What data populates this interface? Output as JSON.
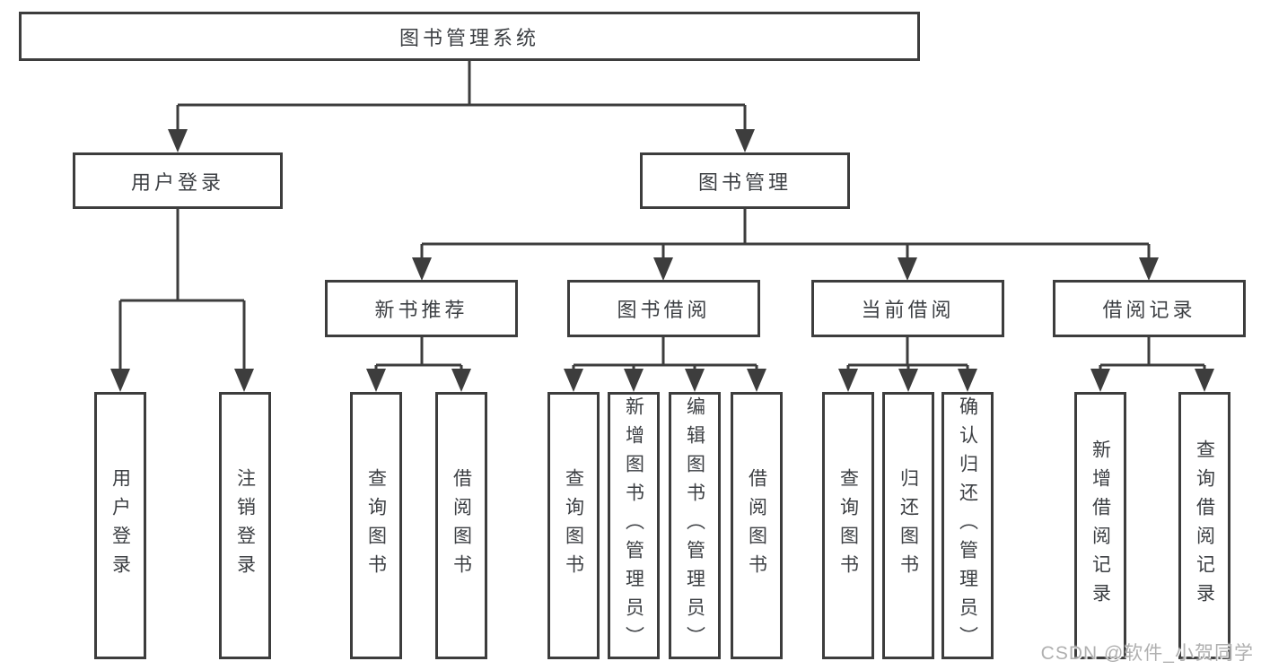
{
  "diagram": {
    "root": "图书管理系统",
    "level2": {
      "user_login": "用户登录",
      "book_management": "图书管理"
    },
    "level3": {
      "new_books": "新书推荐",
      "book_borrow": "图书借阅",
      "current_borrow": "当前借阅",
      "borrow_records": "借阅记录"
    },
    "leaves": {
      "user_login": "用户登录",
      "logout": "注销登录",
      "newbook_query": "查询图书",
      "newbook_borrow": "借阅图书",
      "borrow_query": "查询图书",
      "borrow_add": "新增图书（管理员）",
      "borrow_edit": "编辑图书（管理员）",
      "borrow_borrow": "借阅图书",
      "current_query": "查询图书",
      "current_return": "归还图书",
      "current_confirm": "确认归还（管理员）",
      "records_add": "新增借阅记录",
      "records_query": "查询借阅记录"
    }
  },
  "watermark": "CSDN @软件_小贺同学",
  "colors": {
    "line": "#3d3d3d",
    "text": "#3c3f43",
    "watermark": "#b0b0b0",
    "background": "#ffffff"
  }
}
